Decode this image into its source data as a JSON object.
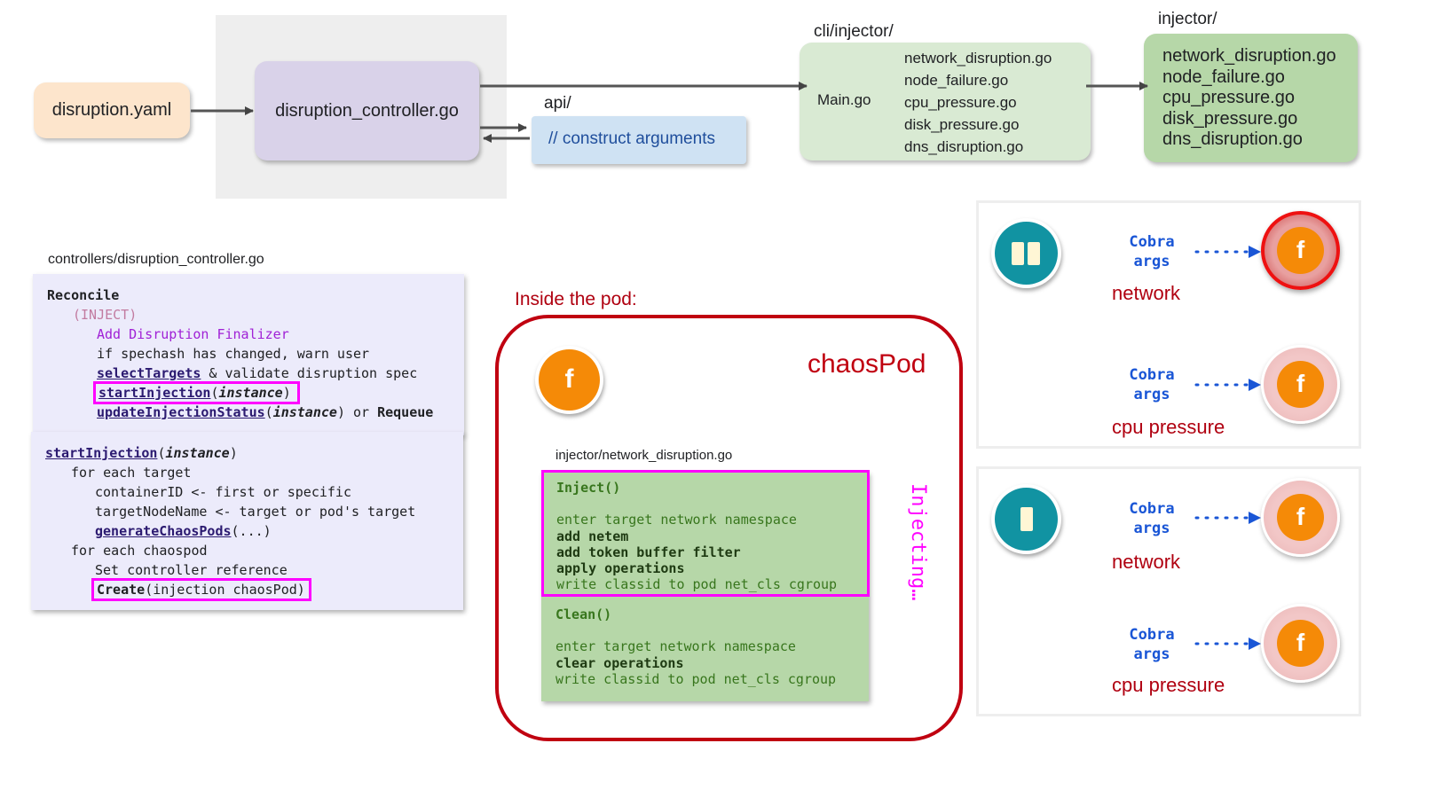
{
  "top_flow": {
    "yaml": "disruption.yaml",
    "controller": "disruption_controller.go",
    "api_label": "api/",
    "api_box": "// construct arguments",
    "cli_label": "cli/injector/",
    "cli_main": "Main.go",
    "cli_files": [
      "network_disruption.go",
      "node_failure.go",
      "cpu_pressure.go",
      "disk_pressure.go",
      "dns_disruption.go"
    ],
    "injector_label": "injector/",
    "injector_files": [
      "network_disruption.go",
      "node_failure.go",
      "cpu_pressure.go",
      "disk_pressure.go",
      "dns_disruption.go"
    ]
  },
  "controller_code": {
    "path": "controllers/disruption_controller.go",
    "reconcile": "Reconcile",
    "inject": "(INJECT)",
    "add_finalizer": "Add Disruption Finalizer",
    "spechash": "if spechash has changed, warn user",
    "select_targets": "selectTargets",
    "validate": " & validate disruption spec",
    "start_injection": "startInjection",
    "instance": "instance",
    "update_status": "updateInjectionStatus",
    "or": " or ",
    "requeue": "Requeue",
    "start_sig": "startInjection",
    "for_target": "for each target",
    "container_id": "containerID <- first or specific",
    "target_node": "targetNodeName <- target or pod's target",
    "generate": "generateChaosPods",
    "generate_args": "(...)",
    "for_chaospod": "for each chaospod",
    "set_ref": "Set controller reference",
    "create": "Create",
    "create_args": "(injection chaosPod)"
  },
  "pod": {
    "title": "Inside the pod:",
    "chaos_pod": "chaosPod",
    "f": "f",
    "file": "injector/network_disruption.go",
    "injecting": "Injecting…",
    "inject_fn": "Inject()",
    "inject_lines": [
      {
        "text": "enter target network namespace",
        "bold": false
      },
      {
        "text": "add netem",
        "bold": true
      },
      {
        "text": "add token buffer filter",
        "bold": true
      },
      {
        "text": "apply operations",
        "bold": true
      },
      {
        "text": "write classid to pod net_cls cgroup",
        "bold": false
      }
    ],
    "clean_fn": "Clean()",
    "clean_lines": [
      {
        "text": "enter target network namespace",
        "bold": false
      },
      {
        "text": "clear operations",
        "bold": true
      },
      {
        "text": "write classid to pod net_cls cgroup",
        "bold": false
      }
    ]
  },
  "panels": [
    {
      "items": [
        {
          "cobra": "Cobra",
          "args": "args",
          "label": "network",
          "active": true
        },
        {
          "cobra": "Cobra",
          "args": "args",
          "label": "cpu pressure",
          "active": false
        }
      ]
    },
    {
      "items": [
        {
          "cobra": "Cobra",
          "args": "args",
          "label": "network",
          "active": false
        },
        {
          "cobra": "Cobra",
          "args": "args",
          "label": "cpu pressure",
          "active": false
        }
      ]
    }
  ],
  "colors": {
    "yaml_bg": "#fde5cc",
    "controller_bg": "#d9d2e9",
    "api_bg": "#cfe2f3",
    "cli_bg": "#d9ead3",
    "injector_bg": "#b6d7a8",
    "code_bg": "#ecebfb",
    "accent_red": "#b00010",
    "highlight": "#ff00ff",
    "pod_border": "#c00010",
    "f_orange": "#f58a07",
    "teal": "#1193a2"
  }
}
